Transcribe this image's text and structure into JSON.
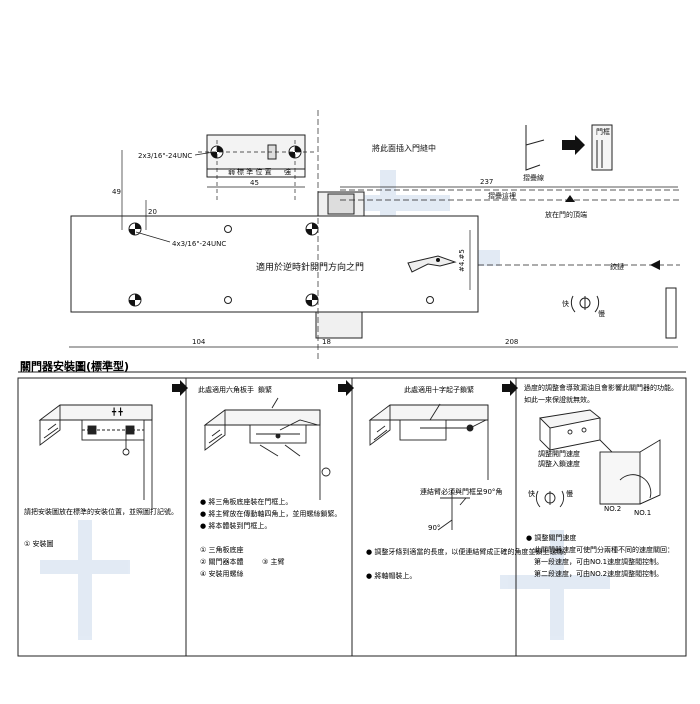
{
  "top_drawing": {
    "bracket_thread_label": "2x3/16\"-24UNC",
    "standard_position_label": "標 準 位 置",
    "weak_label": "弱",
    "strong_label": "強",
    "dim_45": "45",
    "dim_49": "49",
    "dim_20": "20",
    "dim_237": "237",
    "dim_104": "104",
    "dim_18": "18",
    "dim_208": "208",
    "body_thread_label": "4x3/16\"-24UNC",
    "insert_label": "將此面插入門縫中",
    "fold_line_label": "摺疊線",
    "fold_line_label_2": "摺疊這裡",
    "door_frame_label": "門框",
    "door_top_label": "放在門的頂端",
    "hinge_label": "鉸鏈",
    "body_text": "適用於逆時針開門方向之門",
    "fast_label": "快",
    "slow_label": "慢",
    "hole_label": "#4.#5"
  },
  "section_title": "關門器安裝圖(標準型)",
  "panels": [
    {
      "note_1": "請把安裝圖放在標準的安裝位置，並照圖打記號。",
      "item_1": "① 安裝圖"
    },
    {
      "callout": "此處適用六角板手",
      "callout_2": "鎖緊",
      "bullet_1": "將三角板底座裝在門框上。",
      "bullet_2": "將主臂放在傳動軸四角上，並用螺絲鎖緊。",
      "bullet_3": "將本體裝到門框上。",
      "item_1": "① 三角板底座",
      "item_2": "② 關門器本體",
      "item_3": "③ 主臂",
      "item_4": "④ 安裝用螺絲"
    },
    {
      "callout": "此處適用十字起子鎖緊",
      "connector_label": "連結臂必須與門框呈90°角",
      "angle_label": "90°",
      "bullet_1": "調整牙條到適當的長度，以便連結臂成正確的角度並鎖上螺絲。",
      "bullet_2": "將軸帽裝上。"
    },
    {
      "header_1": "過度的調整會導致漏油且會影響此關門器的功能。",
      "header_2": "如此一來保證就無效。",
      "valve_1": "調整開門速度",
      "valve_2": "調整入鎖速度",
      "fast_label": "快",
      "slow_label": "慢",
      "no2_label": "NO.2",
      "no1_label": "NO.1",
      "bullet_title": "調整關門速度",
      "bullet_body_1": "此關門器速度可使門分兩種不同的速度關回：",
      "bullet_body_2": "第一段速度，可由NO.1速度調整閥控制。",
      "bullet_body_3": "第二段速度，可由NO.2速度調整閥控制。"
    }
  ],
  "colors": {
    "line": "#222222",
    "watermark": "#dce6f2",
    "arrow": "#111111"
  }
}
